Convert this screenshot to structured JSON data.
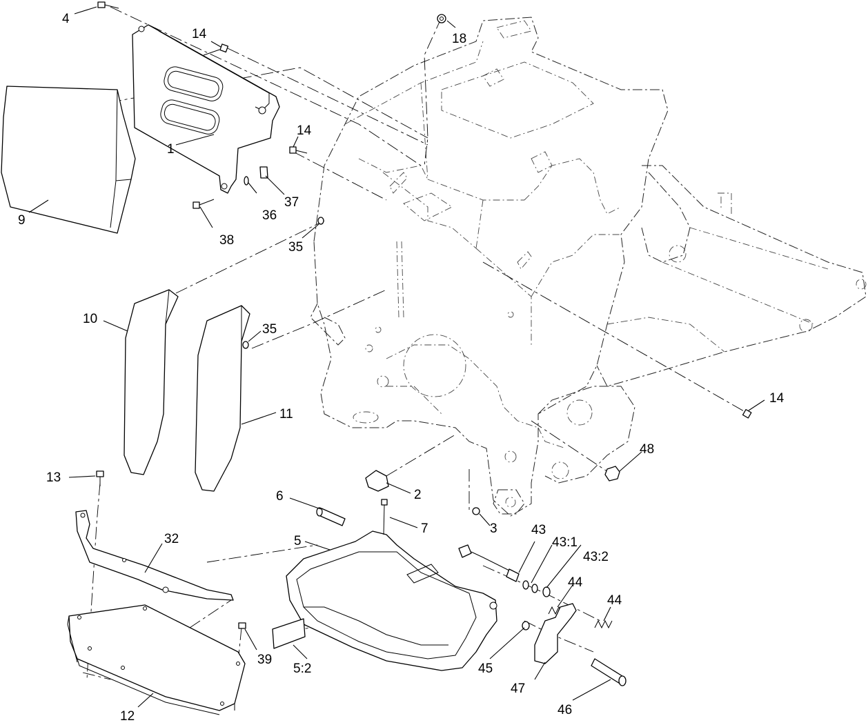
{
  "callouts": {
    "c1": "1",
    "c2": "2",
    "c3": "3",
    "c4": "4",
    "c5": "5",
    "c5_2": "5:2",
    "c6": "6",
    "c7": "7",
    "c9": "9",
    "c10": "10",
    "c11": "11",
    "c12": "12",
    "c13": "13",
    "c14a": "14",
    "c14b": "14",
    "c14c": "14",
    "c18": "18",
    "c32": "32",
    "c35a": "35",
    "c35b": "35",
    "c36": "36",
    "c37": "37",
    "c38": "38",
    "c39": "39",
    "c43": "43",
    "c43_1": "43:1",
    "c43_2": "43:2",
    "c44a": "44",
    "c44b": "44",
    "c45": "45",
    "c46": "46",
    "c47": "47",
    "c48": "48"
  }
}
